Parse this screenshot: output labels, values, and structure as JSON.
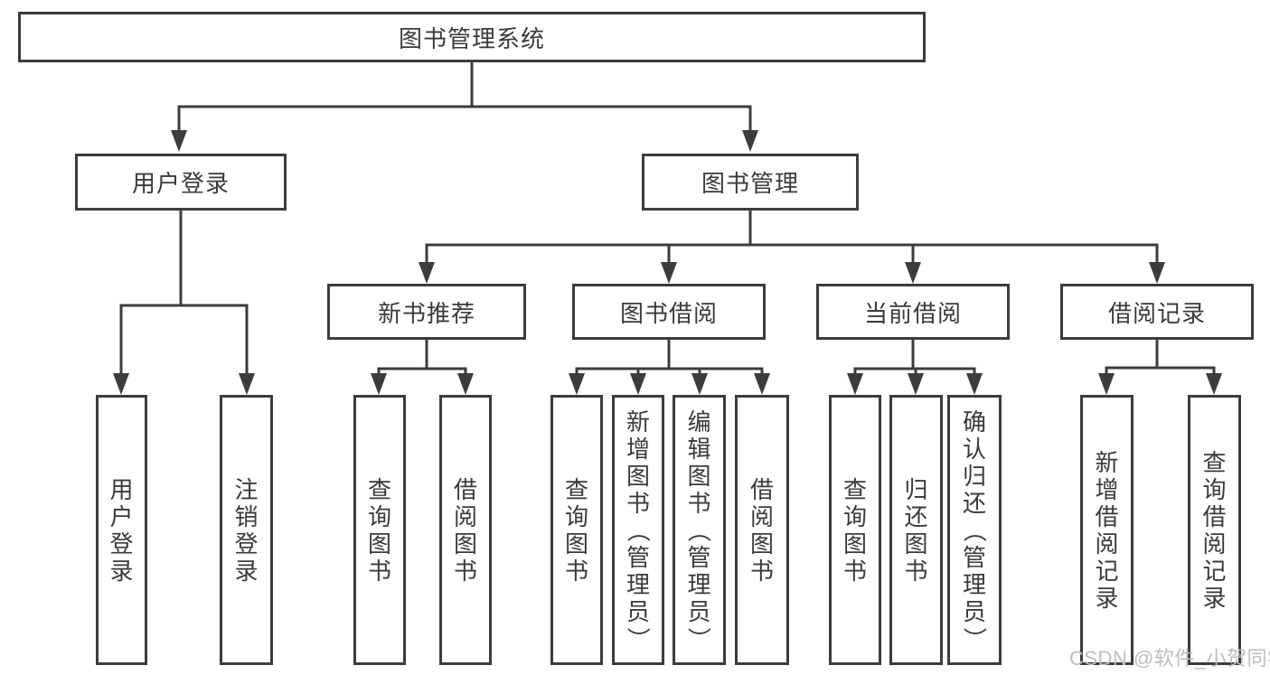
{
  "diagram": {
    "root": {
      "label": "图书管理系统"
    },
    "level2": {
      "user_login": {
        "label": "用户登录"
      },
      "book_management": {
        "label": "图书管理"
      }
    },
    "level3": {
      "new_book_recommend": {
        "label": "新书推荐"
      },
      "book_borrow": {
        "label": "图书借阅"
      },
      "current_borrow": {
        "label": "当前借阅"
      },
      "borrow_record": {
        "label": "借阅记录"
      }
    },
    "leaves": {
      "user_login": {
        "label": "用户登录"
      },
      "logout": {
        "label": "注销登录"
      },
      "nb_query_book": {
        "label": "查询图书"
      },
      "nb_borrow_book": {
        "label": "借阅图书"
      },
      "bb_query_book": {
        "label": "查询图书"
      },
      "bb_add_book": {
        "label": "新增图书（管理员）"
      },
      "bb_edit_book": {
        "label": "编辑图书（管理员）"
      },
      "bb_borrow_book": {
        "label": "借阅图书"
      },
      "cb_query_book": {
        "label": "查询图书"
      },
      "cb_return_book": {
        "label": "归还图书"
      },
      "cb_confirm_return": {
        "label": "确认归还（管理员）"
      },
      "br_add_record": {
        "label": "新增借阅记录"
      },
      "br_query_record": {
        "label": "查询借阅记录"
      }
    },
    "colors": {
      "line": "#3c3c3c",
      "text": "#3a3a3a",
      "box_fill": "#ffffff",
      "watermark": "#bdbdbd"
    },
    "watermark": {
      "text": "CSDN @软件_小贺同学"
    }
  }
}
